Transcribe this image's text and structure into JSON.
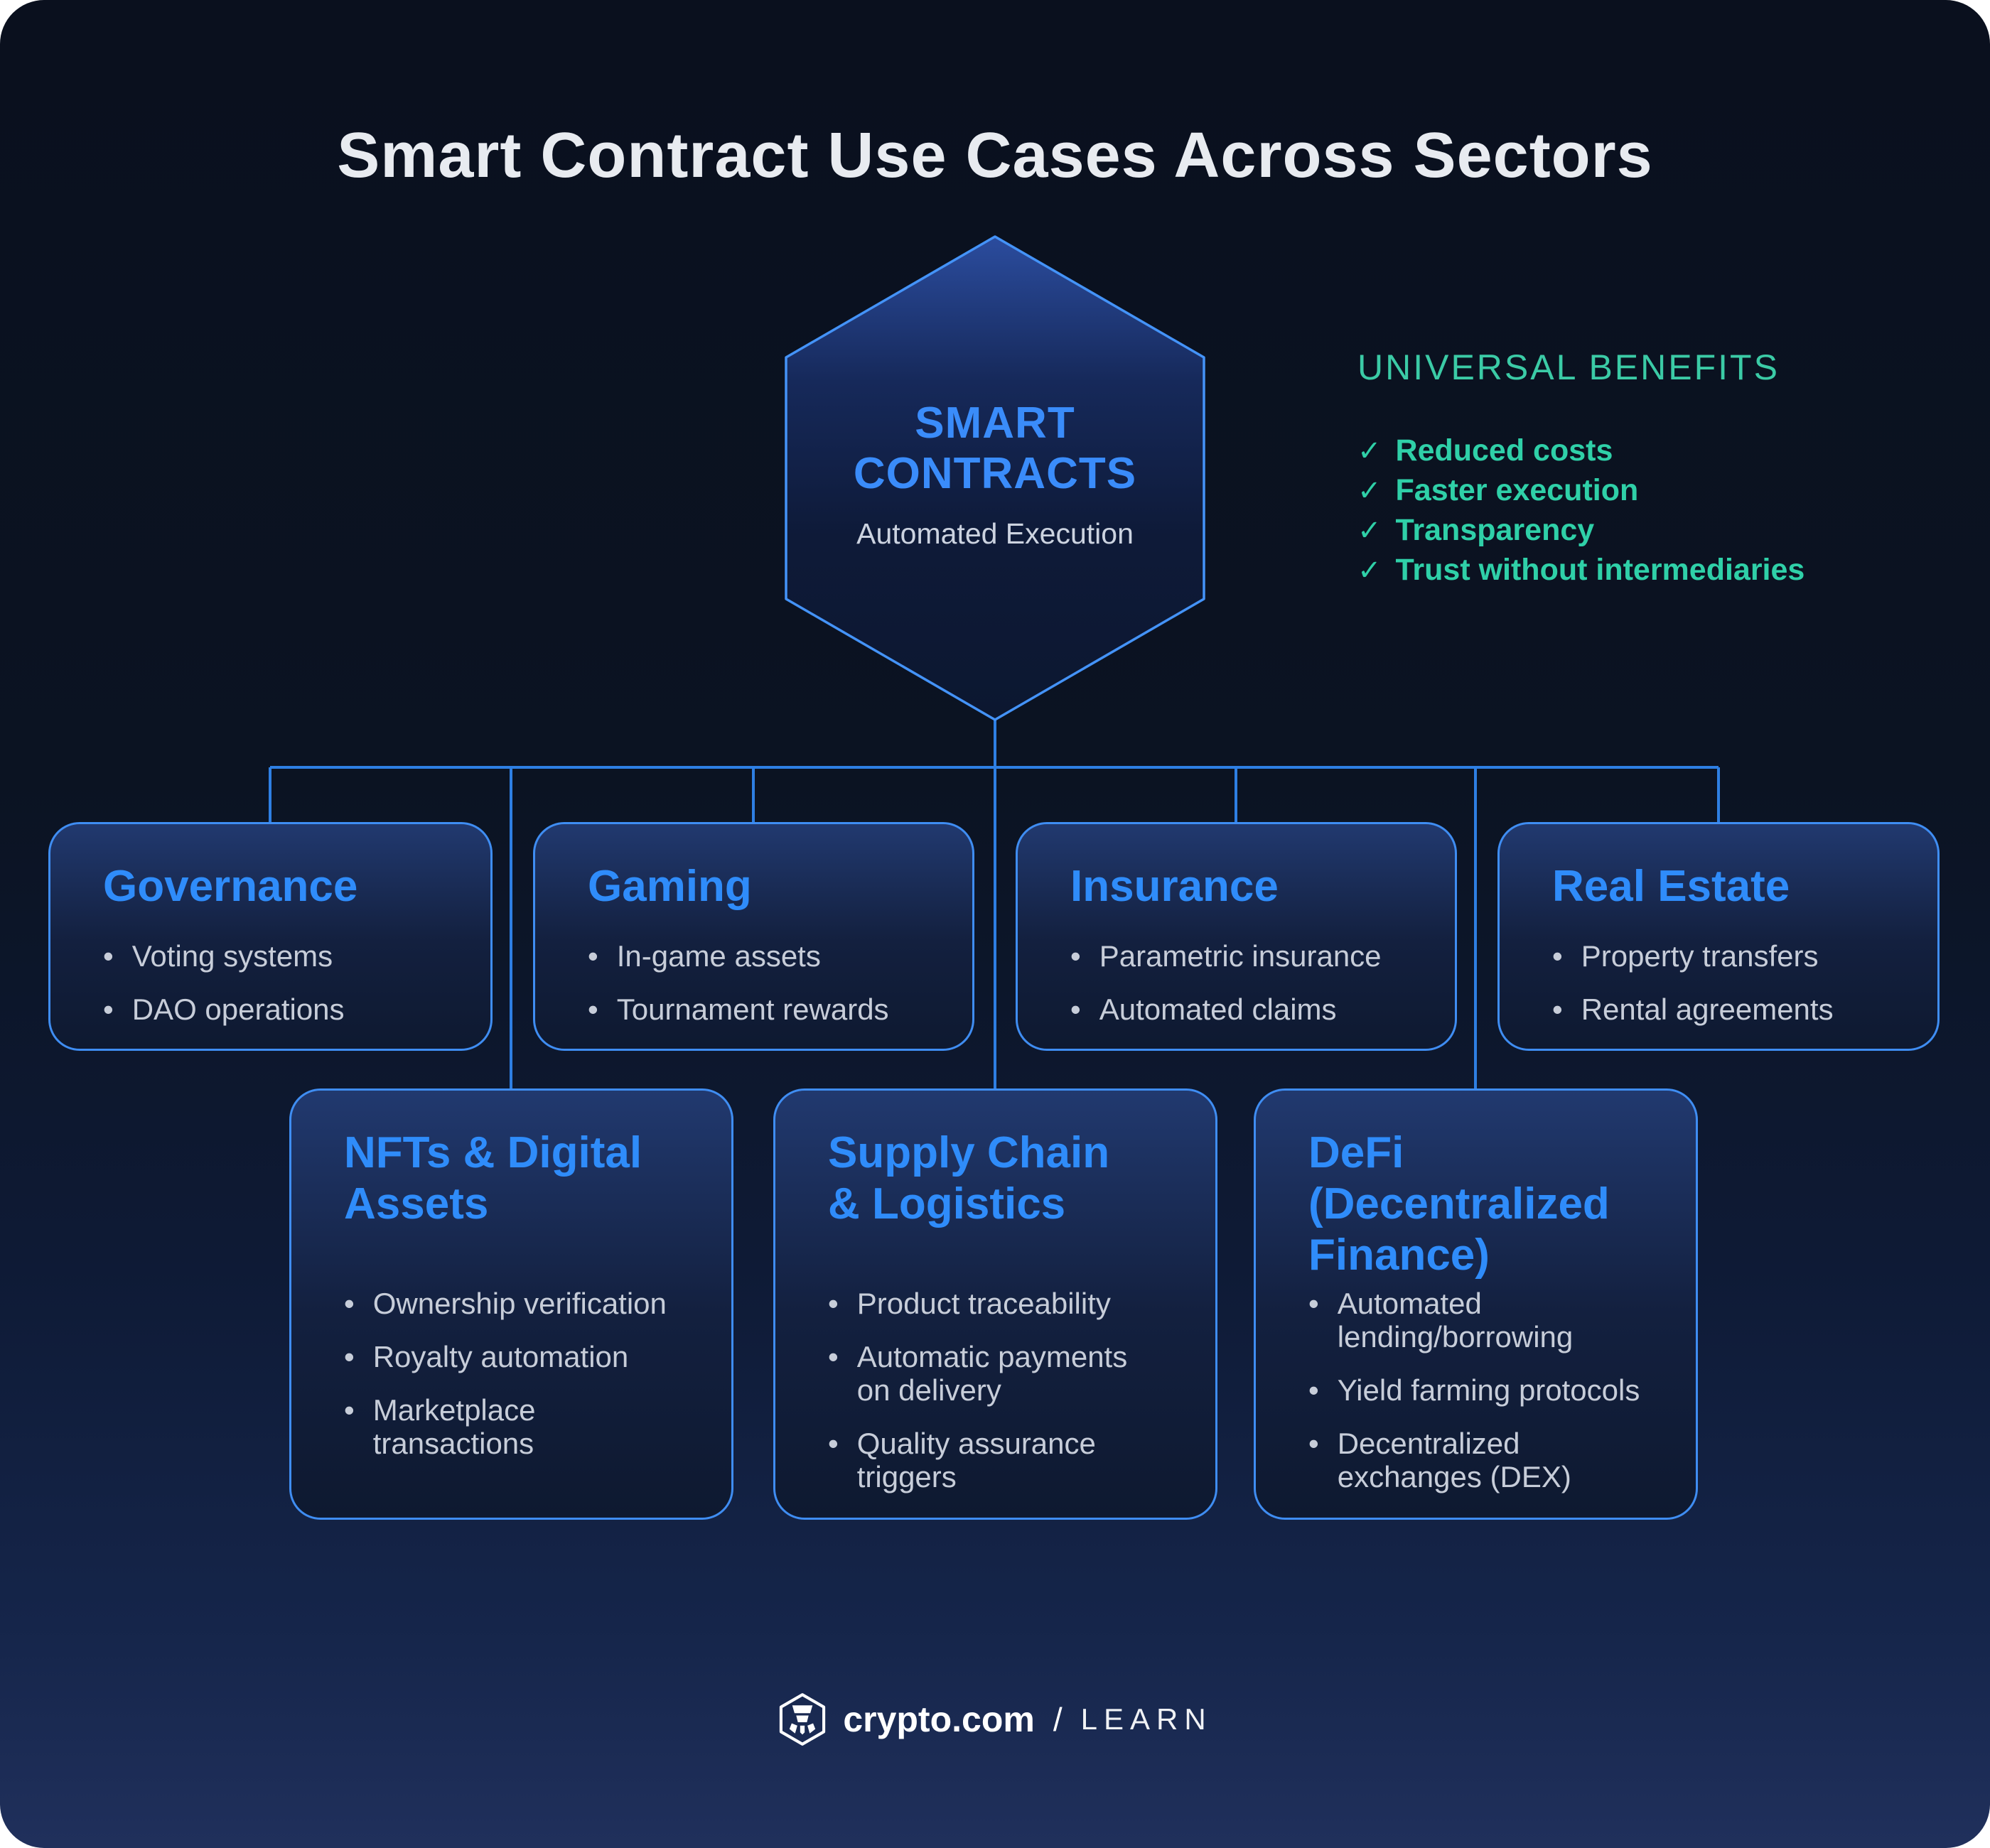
{
  "title": "Smart Contract Use Cases Across Sectors",
  "hexagon": {
    "title": "SMART\nCONTRACTS",
    "subtitle": "Automated Execution"
  },
  "benefits": {
    "heading": "UNIVERSAL BENEFITS",
    "check_icon": "✓",
    "items": [
      "Reduced costs",
      "Faster execution",
      "Transparency",
      "Trust without intermediaries"
    ]
  },
  "ui": {
    "bullet_icon": "•"
  },
  "sectors": [
    {
      "title": "Governance",
      "bullets": [
        "Voting systems",
        "DAO operations"
      ]
    },
    {
      "title": "Gaming",
      "bullets": [
        "In-game assets",
        "Tournament rewards"
      ]
    },
    {
      "title": "Insurance",
      "bullets": [
        "Parametric insurance",
        "Automated claims"
      ]
    },
    {
      "title": "Real Estate",
      "bullets": [
        "Property transfers",
        "Rental agreements"
      ]
    },
    {
      "title": "NFTs & Digital\nAssets",
      "bullets": [
        "Ownership verification",
        "Royalty automation",
        "Marketplace\ntransactions"
      ]
    },
    {
      "title": "Supply Chain\n& Logistics",
      "bullets": [
        "Product traceability",
        "Automatic payments\non delivery",
        "Quality assurance\ntriggers"
      ]
    },
    {
      "title": "DeFi\n(Decentralized\nFinance)",
      "bullets": [
        "Automated\nlending/borrowing",
        "Yield farming protocols",
        "Decentralized\nexchanges (DEX)"
      ]
    }
  ],
  "footer": {
    "brand": "crypto.com",
    "separator": "/",
    "suffix": "LEARN"
  },
  "colors": {
    "accent_blue": "#2f8cfa",
    "teal_green": "#2fd0a8",
    "connector_blue": "#2e7fe3",
    "box_border_blue": "#3f8df2",
    "body_text_gray": "#c7cdd9",
    "title_white": "#e8ebf0",
    "background_top": "#0b1322",
    "background_bottom": "#20305c"
  }
}
